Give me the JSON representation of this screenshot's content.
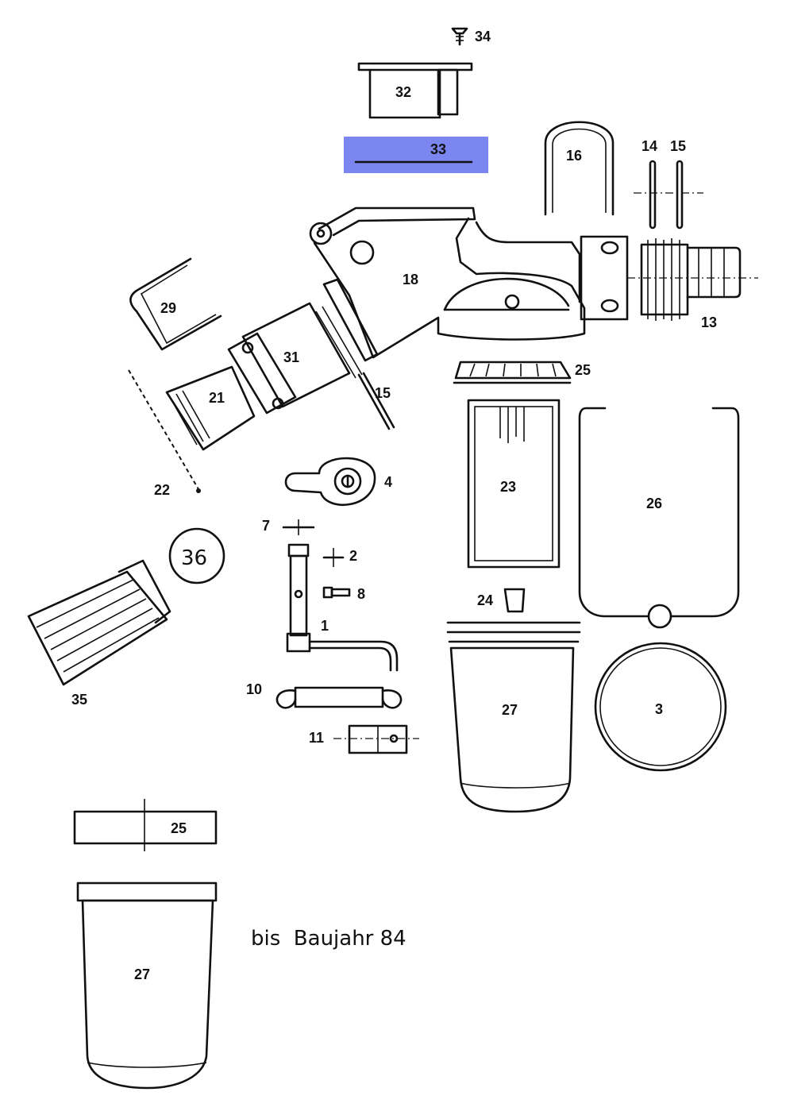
{
  "highlight_color": "#7b86f0",
  "parts": [
    {
      "id": "34",
      "label": "34"
    },
    {
      "id": "32",
      "label": "32"
    },
    {
      "id": "33",
      "label": "33"
    },
    {
      "id": "16",
      "label": "16"
    },
    {
      "id": "14",
      "label": "14"
    },
    {
      "id": "15a",
      "label": "15"
    },
    {
      "id": "18",
      "label": "18"
    },
    {
      "id": "13",
      "label": "13"
    },
    {
      "id": "29",
      "label": "29"
    },
    {
      "id": "31",
      "label": "31"
    },
    {
      "id": "25a",
      "label": "25"
    },
    {
      "id": "21",
      "label": "21"
    },
    {
      "id": "15b",
      "label": "15"
    },
    {
      "id": "4",
      "label": "4"
    },
    {
      "id": "22",
      "label": "22"
    },
    {
      "id": "23",
      "label": "23"
    },
    {
      "id": "26",
      "label": "26"
    },
    {
      "id": "7",
      "label": "7"
    },
    {
      "id": "36",
      "label": "36"
    },
    {
      "id": "2",
      "label": "2"
    },
    {
      "id": "8",
      "label": "8"
    },
    {
      "id": "24",
      "label": "24"
    },
    {
      "id": "1",
      "label": "1"
    },
    {
      "id": "35",
      "label": "35"
    },
    {
      "id": "10",
      "label": "10"
    },
    {
      "id": "27a",
      "label": "27"
    },
    {
      "id": "3",
      "label": "3"
    },
    {
      "id": "11",
      "label": "11"
    },
    {
      "id": "25b",
      "label": "25"
    },
    {
      "id": "27b",
      "label": "27"
    }
  ],
  "note": "bis  Baujahr 84"
}
